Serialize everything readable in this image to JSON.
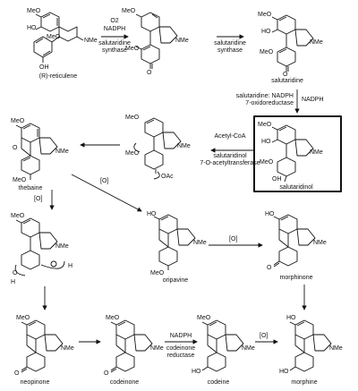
{
  "compounds": {
    "reticuline": "(R)-reticulene",
    "salutaridine": "salutaridine",
    "salutaridinol": "salutaridinol",
    "thebaine": "thebaine",
    "oripavine": "oripavine",
    "morphinone": "morphinone",
    "neopinone": "neopinone",
    "codeinone": "codeinone",
    "codeine": "codeine",
    "morphine": "morphine"
  },
  "atoms": {
    "meo": "MeO",
    "ho": "HO",
    "oh": "OH",
    "nme": "NMe",
    "o": "O",
    "oac": "OAc",
    "h": "H"
  },
  "arrows": {
    "step1_top": "O2",
    "step1_mid": "NADPH",
    "step1_bot1": "salutaridine",
    "step1_bot2": "synthase",
    "step2_bot1": "salutaridine",
    "step2_bot2": "synthase",
    "step3_left1": "salutaridine: NADPH",
    "step3_left2": "7-oxidoreductase",
    "step3_right": "NADPH",
    "step4_top": "Acetyl-CoA",
    "step4_bot1": "salutaridinol",
    "step4_bot2": "7-O-acetyltransferase",
    "oxidation": "[O]",
    "codeinone_top": "NADPH",
    "codeinone_bot1": "codeinone",
    "codeinone_bot2": "reductase"
  }
}
